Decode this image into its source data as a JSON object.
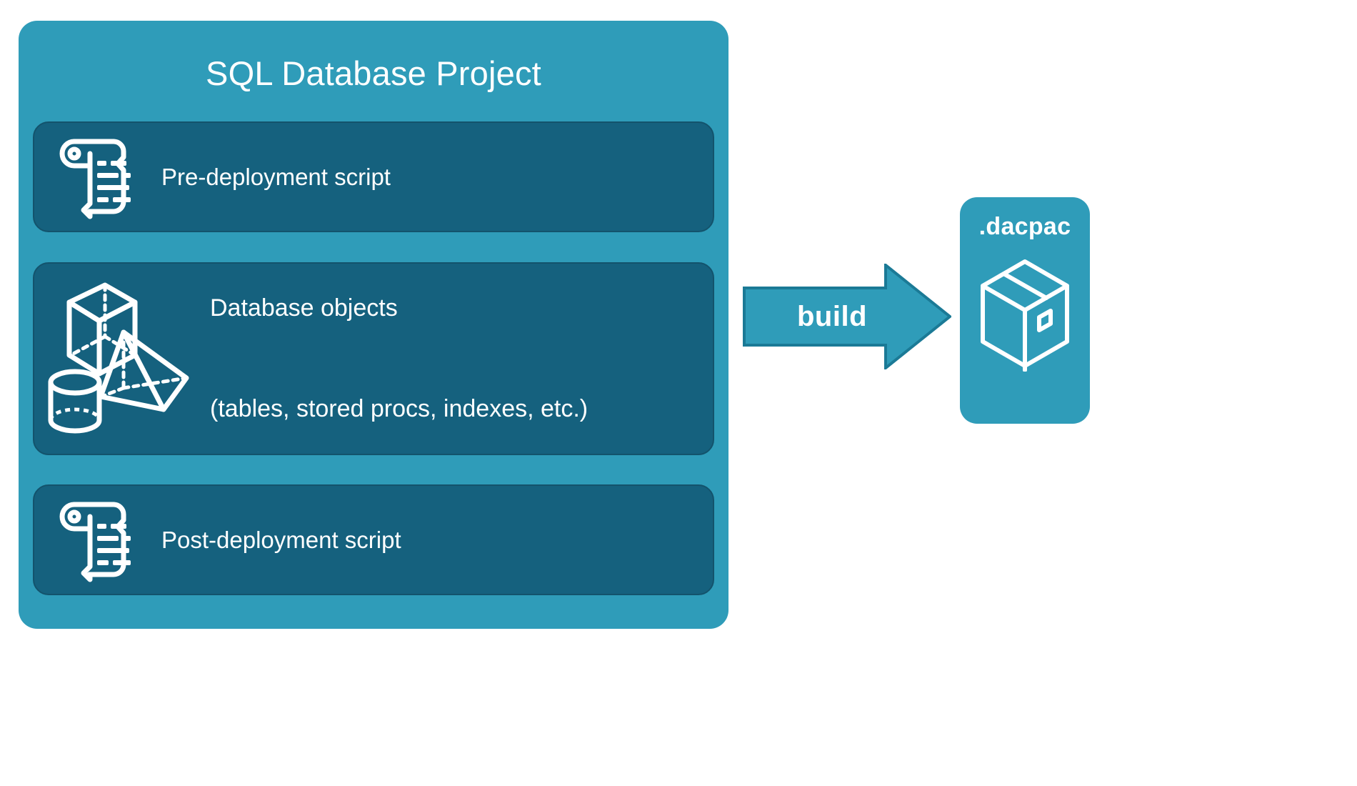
{
  "diagram": {
    "title": "SQL Database Project",
    "background_color": "#FFFFFF",
    "panel_color": "#2F9CB9",
    "card_color": "#15617E",
    "text_color": "#FFFFFF"
  },
  "project_panel": {
    "title": "SQL Database Project",
    "cards": [
      {
        "label": "Pre-deployment script",
        "icon": "scroll-icon"
      },
      {
        "label_line1": "Database objects",
        "label_line2": "(tables, stored procs, indexes, etc.)",
        "icons": [
          "cube-icon",
          "pyramid-icon",
          "cylinder-icon"
        ]
      },
      {
        "label": "Post-deployment script",
        "icon": "scroll-icon"
      }
    ]
  },
  "arrow": {
    "label": "build",
    "direction": "right",
    "fill_color": "#2F9CB9",
    "stroke_color": "#1B7A96"
  },
  "output": {
    "label": ".dacpac",
    "icon": "package-box-icon",
    "fill_color": "#2F9CB9"
  }
}
